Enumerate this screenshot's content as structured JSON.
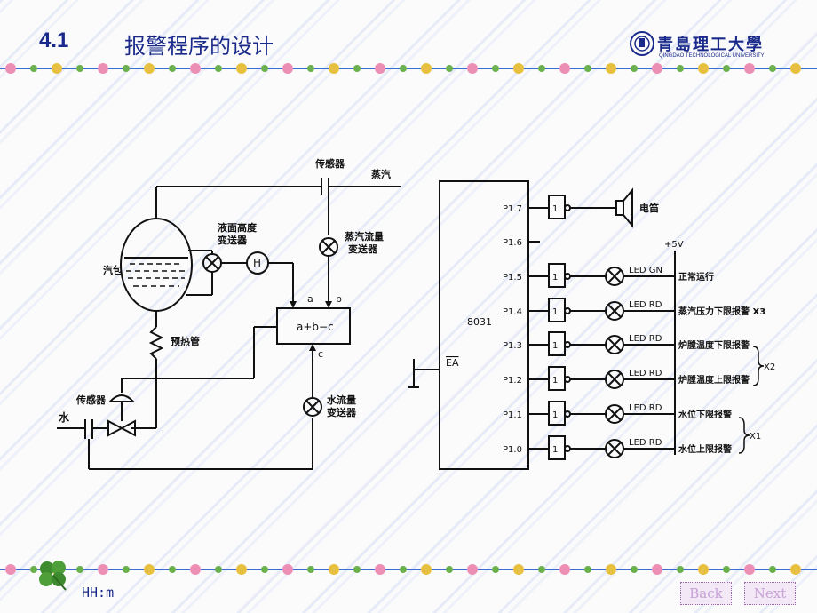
{
  "header": {
    "section_number": "4.1",
    "title": "报警程序的设计",
    "logo_name": "青島理工大學",
    "logo_subtitle": "QINGDAO TECHNOLOGICAL UNIVERSITY"
  },
  "diagram": {
    "left": {
      "sensor_top": "传感器",
      "steam": "蒸汽",
      "drum": "汽包",
      "level_transmitter": [
        "液面高度",
        "变送器"
      ],
      "h_symbol": "H",
      "steam_flow_transmitter": [
        "蒸汽流量",
        "变送器"
      ],
      "junction_a": "a",
      "junction_b": "b",
      "junction_c": "c",
      "summer": "a+b−c",
      "preheater": "预热管",
      "sensor_bottom": "传感器",
      "water": "水",
      "water_flow_transmitter": [
        "水流量",
        "变送器"
      ]
    },
    "right": {
      "chip": "8031",
      "ea_pin": "EA",
      "vcc": "+5V",
      "buzzer": "电笛",
      "inverter_label": "1",
      "pins": [
        "P1.7",
        "P1.6",
        "P1.5",
        "P1.4",
        "P1.3",
        "P1.2",
        "P1.1",
        "P1.0"
      ],
      "leds": [
        {
          "pin": "P1.5",
          "led": "LED GN",
          "text": "正常运行"
        },
        {
          "pin": "P1.4",
          "led": "LED RD",
          "text": "蒸汽压力下限报警 X3"
        },
        {
          "pin": "P1.3",
          "led": "LED RD",
          "text": "炉膛温度下限报警"
        },
        {
          "pin": "P1.2",
          "led": "LED RD",
          "text": "炉膛温度上限报警"
        },
        {
          "pin": "P1.1",
          "led": "LED RD",
          "text": "水位下限报警"
        },
        {
          "pin": "P1.0",
          "led": "LED RD",
          "text": "水位上限报警"
        }
      ],
      "group_x2": "X2",
      "group_x1": "X1"
    }
  },
  "footer": {
    "code": "HH:m",
    "back_label": "Back",
    "next_label": "Next"
  },
  "colors": {
    "title": "#1a2a8a",
    "stripe": "#e7ecf8",
    "bead_blue": "#3a6fd0",
    "bead_pink": "#ec8fb5",
    "bead_green": "#6ab04c",
    "bead_yellow": "#e8c040"
  }
}
